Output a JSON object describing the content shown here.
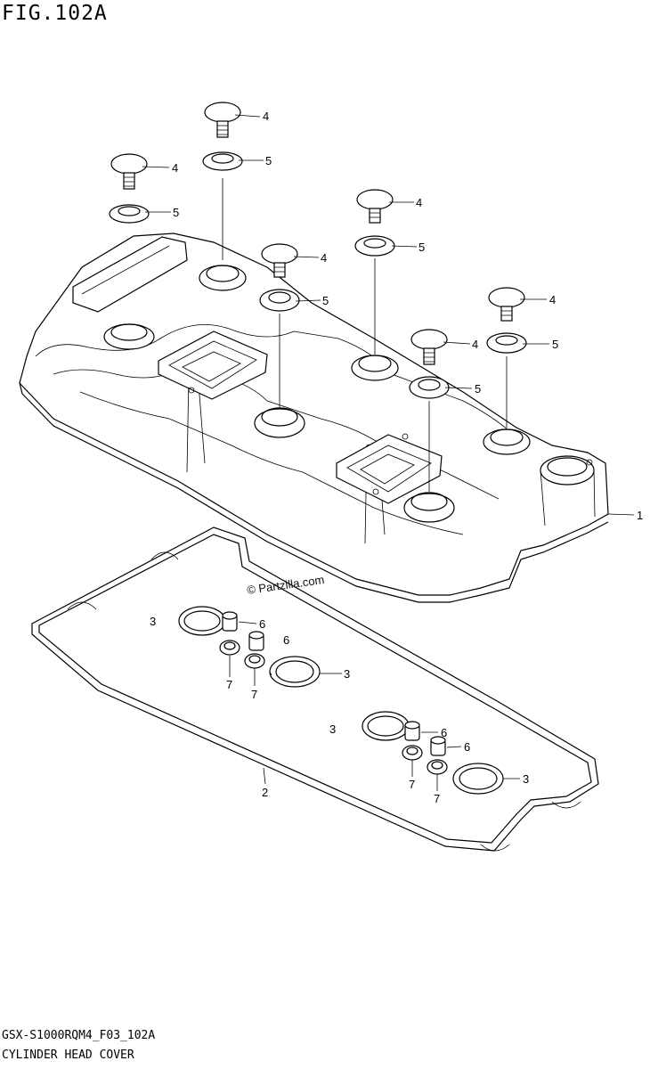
{
  "figure": {
    "title": "FIG.102A",
    "code": "GSX-S1000RQM4_F03_102A",
    "name": "CYLINDER HEAD COVER",
    "watermark": "© Partzilla.com"
  },
  "callouts": [
    {
      "id": "c4a",
      "label": "4"
    },
    {
      "id": "c5a",
      "label": "5"
    },
    {
      "id": "c4b",
      "label": "4"
    },
    {
      "id": "c5b",
      "label": "5"
    },
    {
      "id": "c4c",
      "label": "4"
    },
    {
      "id": "c5c",
      "label": "5"
    },
    {
      "id": "c4d",
      "label": "4"
    },
    {
      "id": "c5d",
      "label": "5"
    },
    {
      "id": "c4e",
      "label": "4"
    },
    {
      "id": "c5e",
      "label": "5"
    },
    {
      "id": "c4f",
      "label": "4"
    },
    {
      "id": "c5f",
      "label": "5"
    },
    {
      "id": "c1",
      "label": "1"
    },
    {
      "id": "c2",
      "label": "2"
    },
    {
      "id": "c3a",
      "label": "3"
    },
    {
      "id": "c6a",
      "label": "6"
    },
    {
      "id": "c6b",
      "label": "6"
    },
    {
      "id": "c3b",
      "label": "3"
    },
    {
      "id": "c7a",
      "label": "7"
    },
    {
      "id": "c7b",
      "label": "7"
    },
    {
      "id": "c3c",
      "label": "3"
    },
    {
      "id": "c6c",
      "label": "6"
    },
    {
      "id": "c6d",
      "label": "6"
    },
    {
      "id": "c7c",
      "label": "7"
    },
    {
      "id": "c7d",
      "label": "7"
    },
    {
      "id": "c3d",
      "label": "3"
    }
  ]
}
